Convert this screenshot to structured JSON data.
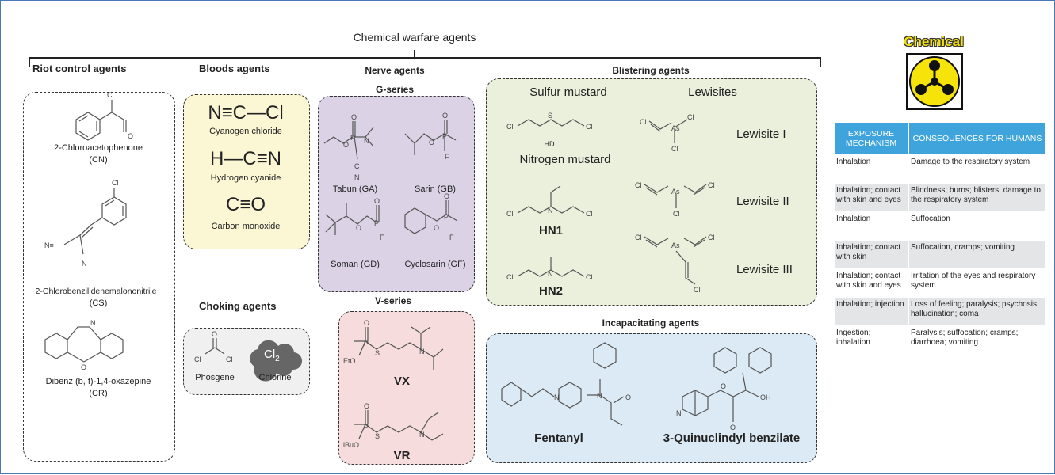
{
  "title": "Chemical warfare agents",
  "hazard": {
    "label": "Chemical"
  },
  "groups": {
    "riot": {
      "title": "Riot control agents",
      "items": [
        {
          "name": "2-Chloroacetophenone",
          "code": "(CN)"
        },
        {
          "name": "2-Chlorobenzilidenemalononitrile",
          "code": "(CS)"
        },
        {
          "name": "Dibenz (b, f)-1,4-oxazepine",
          "code": "(CR)"
        }
      ]
    },
    "blood": {
      "title": "Bloods agents",
      "items": [
        {
          "formula": "N≡C—Cl",
          "name": "Cyanogen chloride"
        },
        {
          "formula": "H—C≡N",
          "name": "Hydrogen cyanide"
        },
        {
          "formula": "C≡O",
          "name": "Carbon monoxide"
        }
      ]
    },
    "choking": {
      "title": "Choking agents",
      "items": [
        "Phosgene",
        "Chlorine"
      ],
      "cl2": "Cl",
      "cl2_sub": "2"
    },
    "nerve": {
      "title": "Nerve agents",
      "g_series": "G-series",
      "v_series": "V-series",
      "g_items": [
        "Tabun (GA)",
        "Sarin (GB)",
        "Soman (GD)",
        "Cyclosarin (GF)"
      ],
      "v_items": [
        "VX",
        "VR"
      ]
    },
    "blister": {
      "title": "Blistering agents",
      "sulfur": "Sulfur mustard",
      "hd": "HD",
      "nitrogen": "Nitrogen mustard",
      "hn1": "HN1",
      "hn2": "HN2",
      "lewisites": "Lewisites",
      "lew1": "Lewisite I",
      "lew2": "Lewisite II",
      "lew3": "Lewisite III"
    },
    "incap": {
      "title": "Incapacitating agents",
      "items": [
        "Fentanyl",
        "3-Quinuclindyl benzilate"
      ]
    }
  },
  "table": {
    "headers": [
      "EXPOSURE MECHANISM",
      "CONSEQUENCES FOR HUMANS"
    ],
    "rows": [
      [
        "Inhalation",
        "Damage to the respiratory system"
      ],
      [
        "Inhalation; contact with skin and eyes",
        "Blindness; burns; blisters; damage to the respiratory system"
      ],
      [
        "Inhalation",
        "Suffocation"
      ],
      [
        "Inhalation; contact with skin",
        "Suffocation, cramps; vomiting"
      ],
      [
        "Inhalation; contact with skin and eyes",
        "Irritation of the eyes and respiratory system"
      ],
      [
        "Inhalation; injection",
        "Loss of feeling; paralysis; psychosis; hallucination; coma"
      ],
      [
        "Ingestion; inhalation",
        "Paralysis; suffocation; cramps; diarrhoea; vomiting"
      ]
    ]
  }
}
